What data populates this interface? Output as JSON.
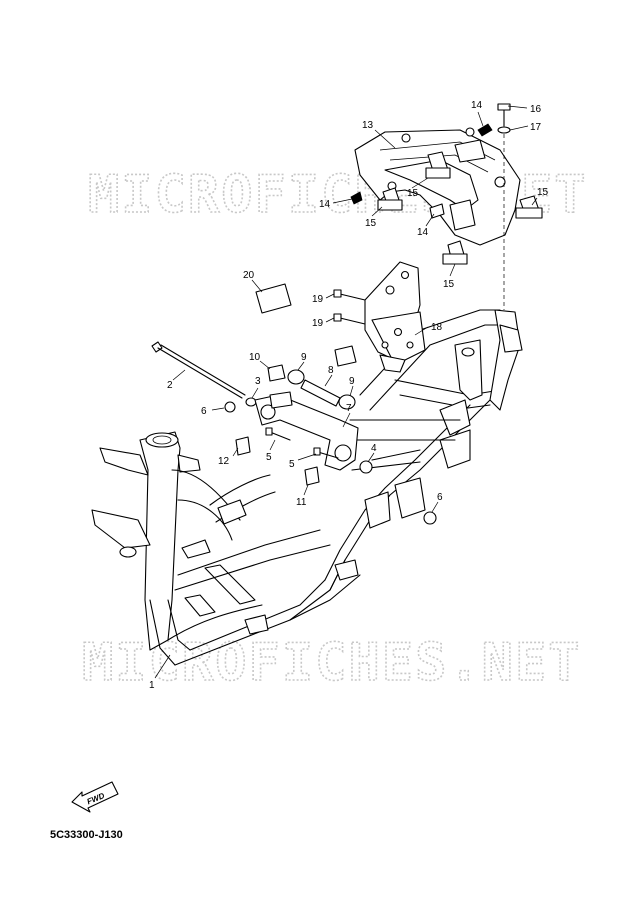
{
  "diagram": {
    "watermark_text": "MICROFICHES.NET",
    "drawing_code": "5C33300-J130",
    "fwd_label": "FWD",
    "callouts": [
      {
        "id": "c1",
        "label": "1"
      },
      {
        "id": "c2",
        "label": "2"
      },
      {
        "id": "c3",
        "label": "3"
      },
      {
        "id": "c4",
        "label": "4"
      },
      {
        "id": "c5a",
        "label": "5"
      },
      {
        "id": "c5b",
        "label": "5"
      },
      {
        "id": "c6a",
        "label": "6"
      },
      {
        "id": "c6b",
        "label": "6"
      },
      {
        "id": "c7",
        "label": "7"
      },
      {
        "id": "c8",
        "label": "8"
      },
      {
        "id": "c9a",
        "label": "9"
      },
      {
        "id": "c9b",
        "label": "9"
      },
      {
        "id": "c10",
        "label": "10"
      },
      {
        "id": "c11",
        "label": "11"
      },
      {
        "id": "c12",
        "label": "12"
      },
      {
        "id": "c13",
        "label": "13"
      },
      {
        "id": "c14a",
        "label": "14"
      },
      {
        "id": "c14b",
        "label": "14"
      },
      {
        "id": "c14c",
        "label": "14"
      },
      {
        "id": "c15a",
        "label": "15"
      },
      {
        "id": "c15b",
        "label": "15"
      },
      {
        "id": "c15c",
        "label": "15"
      },
      {
        "id": "c15d",
        "label": "15"
      },
      {
        "id": "c16",
        "label": "16"
      },
      {
        "id": "c17",
        "label": "17"
      },
      {
        "id": "c18",
        "label": "18"
      },
      {
        "id": "c19a",
        "label": "19"
      },
      {
        "id": "c19b",
        "label": "19"
      },
      {
        "id": "c20",
        "label": "20"
      }
    ]
  }
}
